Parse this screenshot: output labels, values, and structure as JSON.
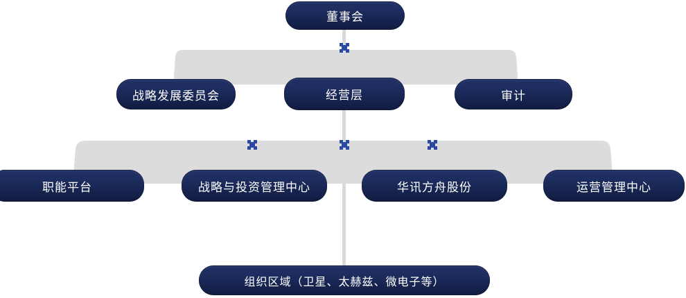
{
  "colors": {
    "background": "#ffffff",
    "box_top": "#223166",
    "box_bottom": "#111b3f",
    "band": "#dcdcdc",
    "line": "#d9d9d9",
    "cross": "#2a49a3",
    "node_text": "#ffffff"
  },
  "nodes": {
    "board": {
      "label": "董事会"
    },
    "strategy_committee": {
      "label": "战略发展委员会"
    },
    "management": {
      "label": "经营层"
    },
    "audit": {
      "label": "审计"
    },
    "functional_platform": {
      "label": "职能平台"
    },
    "strategy_investment_center": {
      "label": "战略与投资管理中心"
    },
    "huaxun_fangzhou": {
      "label": "华讯方舟股份"
    },
    "operations_center": {
      "label": "运营管理中心"
    },
    "org_regions": {
      "label": "组织区域（卫星、太赫兹、微电子等）"
    }
  },
  "hierarchy": {
    "level1": [
      "board"
    ],
    "level2": [
      "strategy_committee",
      "management",
      "audit"
    ],
    "level3": [
      "functional_platform",
      "strategy_investment_center",
      "huaxun_fangzhou",
      "operations_center"
    ],
    "level4": [
      "org_regions"
    ]
  }
}
